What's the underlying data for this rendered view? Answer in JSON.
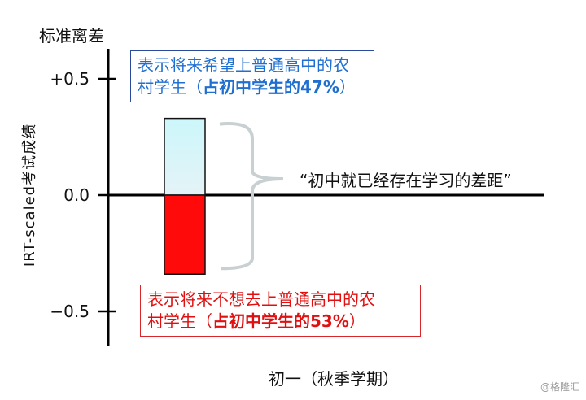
{
  "chart_data": {
    "type": "bar",
    "title": "标准离差",
    "ylabel": "IRT-scaled考试成绩",
    "xlabel": "初一（秋季学期）",
    "ylim": [
      -0.6,
      0.65
    ],
    "yticks": [
      {
        "value": 0.5,
        "label": "+0.5"
      },
      {
        "value": 0.0,
        "label": "0.0"
      },
      {
        "value": -0.5,
        "label": "−0.5"
      }
    ],
    "series": [
      {
        "name": "将来希望上普通高中的农村学生",
        "value": 0.33,
        "color": "#d6f6fa"
      },
      {
        "name": "将来不想去上普通高中的农村学生",
        "value": -0.34,
        "color": "#ff0a0a"
      }
    ],
    "annotations": {
      "blue_note": {
        "line1": "表示将来希望上普通高中的农",
        "line2_plain": "村学生（",
        "line2_bold": "占初中学生的47%",
        "line2_end": "）",
        "color": "#1f6fd1"
      },
      "red_note": {
        "line1": "表示将来不想去上普通高中的农",
        "line2_plain": "村学生（",
        "line2_bold": "占初中学生的53%",
        "line2_end": "）",
        "color": "#e01010"
      },
      "gap_label": "“初中就已经存在学习的差距”"
    },
    "watermark": "@格隆汇"
  }
}
